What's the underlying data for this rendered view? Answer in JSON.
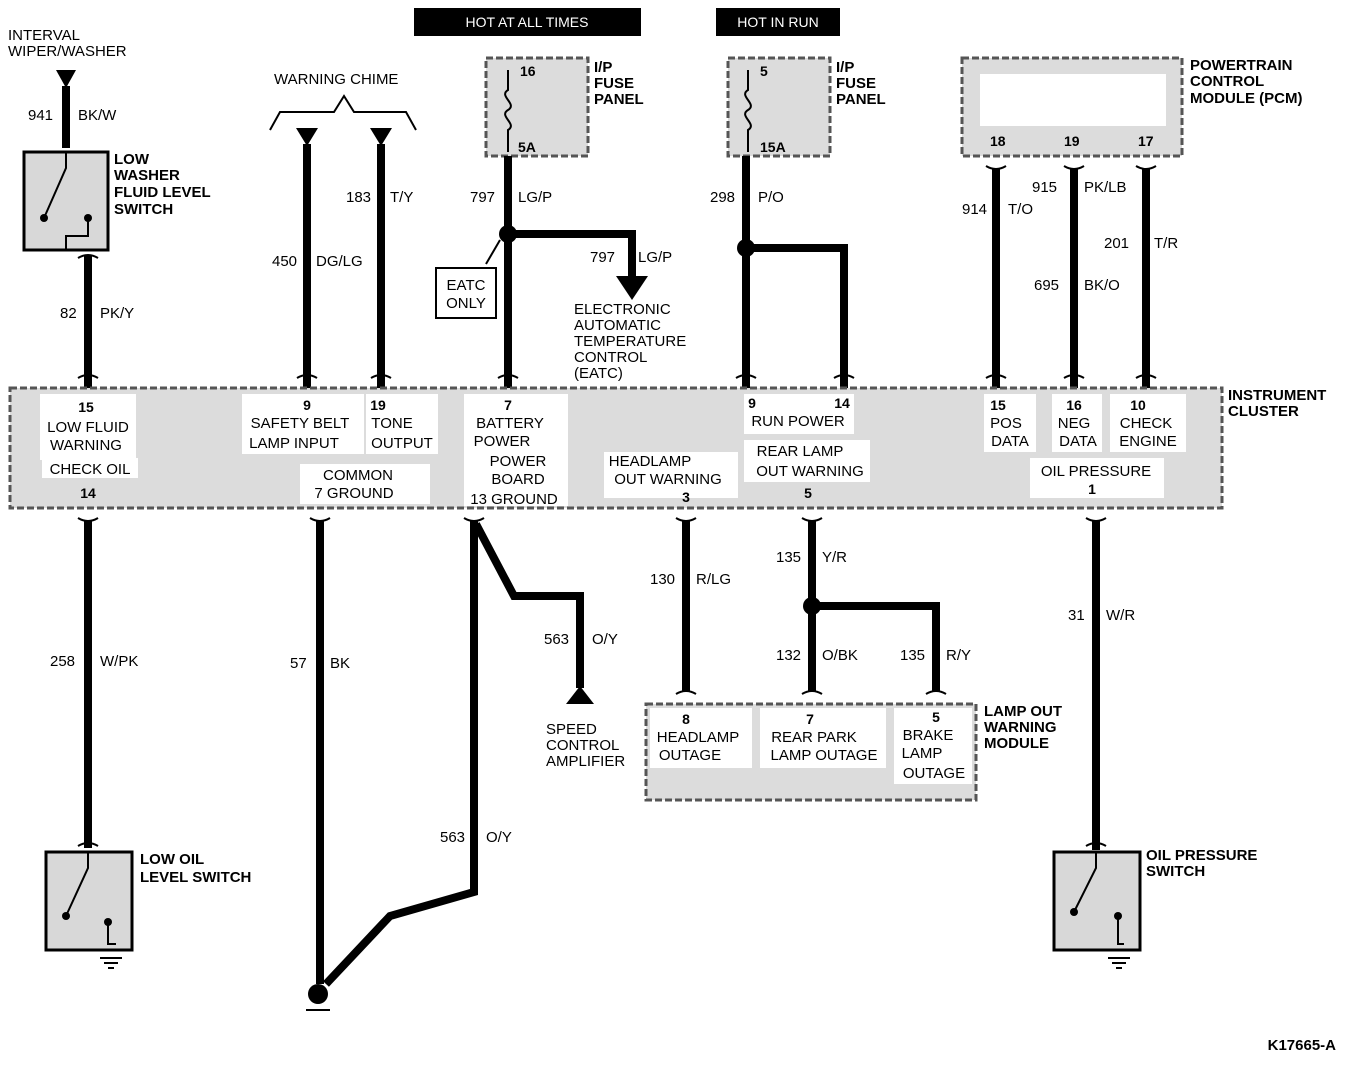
{
  "headers": {
    "hot_always": "HOT AT ALL TIMES",
    "hot_run": "HOT IN RUN"
  },
  "components": {
    "interval_wiper": [
      "INTERVAL",
      "WIPER/WASHER"
    ],
    "warning_chime": "WARNING CHIME",
    "fuse_panel_1": [
      "I/P",
      "FUSE",
      "PANEL"
    ],
    "fuse_panel_1_pins": {
      "top": "16",
      "bottom": "5A"
    },
    "fuse_panel_2": [
      "I/P",
      "FUSE",
      "PANEL"
    ],
    "fuse_panel_2_pins": {
      "top": "5",
      "bottom": "15A"
    },
    "pcm": [
      "POWERTRAIN",
      "CONTROL",
      "MODULE (PCM)"
    ],
    "pcm_pins": [
      "18",
      "19",
      "17"
    ],
    "low_washer_switch": [
      "LOW",
      "WASHER",
      "FLUID LEVEL",
      "SWITCH"
    ],
    "eatc_only": [
      "EATC",
      "ONLY"
    ],
    "eatc": [
      "ELECTRONIC",
      "AUTOMATIC",
      "TEMPERATURE",
      "CONTROL",
      "(EATC)"
    ],
    "instrument_cluster": [
      "INSTRUMENT",
      "CLUSTER"
    ],
    "speed_control": [
      "SPEED",
      "CONTROL",
      "AMPLIFIER"
    ],
    "lamp_out_module": [
      "LAMP OUT",
      "WARNING",
      "MODULE"
    ],
    "low_oil_switch": [
      "LOW OIL",
      "LEVEL SWITCH"
    ],
    "oil_pressure_switch": [
      "OIL PRESSURE",
      "SWITCH"
    ]
  },
  "cluster": {
    "low_fluid": [
      "15",
      "LOW FLUID",
      "WARNING"
    ],
    "check_oil": [
      "CHECK OIL",
      "14"
    ],
    "safety_belt": [
      "9",
      "SAFETY BELT",
      "LAMP INPUT"
    ],
    "tone": [
      "19",
      "TONE",
      "OUTPUT"
    ],
    "common_ground": [
      "COMMON",
      "7 GROUND"
    ],
    "battery_power": [
      "7",
      "BATTERY",
      "POWER"
    ],
    "power_board": [
      "POWER",
      "BOARD",
      "13 GROUND"
    ],
    "headlamp_out": [
      "HEADLAMP",
      "OUT WARNING",
      "3"
    ],
    "run_power": [
      "9",
      "RUN POWER"
    ],
    "pin14": "14",
    "rear_lamp": [
      "REAR LAMP",
      "OUT WARNING",
      "5"
    ],
    "pos_data": [
      "15",
      "POS",
      "DATA"
    ],
    "neg_data": [
      "16",
      "NEG",
      "DATA"
    ],
    "check_engine": [
      "10",
      "CHECK",
      "ENGINE"
    ],
    "oil_pressure": [
      "OIL PRESSURE",
      "1"
    ]
  },
  "lamp_module_cells": {
    "headlamp": [
      "8",
      "HEADLAMP",
      "OUTAGE"
    ],
    "rear_park": [
      "7",
      "REAR PARK",
      "LAMP OUTAGE"
    ],
    "brake": [
      "5",
      "BRAKE",
      "LAMP",
      "OUTAGE"
    ]
  },
  "wires": {
    "w941": [
      "941",
      "BK/W"
    ],
    "w82": [
      "82",
      "PK/Y"
    ],
    "w450": [
      "450",
      "DG/LG"
    ],
    "w183": [
      "183",
      "T/Y"
    ],
    "w797a": [
      "797",
      "LG/P"
    ],
    "w797b": [
      "797",
      "LG/P"
    ],
    "w298": [
      "298",
      "P/O"
    ],
    "w914": [
      "914",
      "T/O"
    ],
    "w915": [
      "915",
      "PK/LB"
    ],
    "w201": [
      "201",
      "T/R"
    ],
    "w695": [
      "695",
      "BK/O"
    ],
    "w258": [
      "258",
      "W/PK"
    ],
    "w57": [
      "57",
      "BK"
    ],
    "w563a": [
      "563",
      "O/Y"
    ],
    "w563b": [
      "563",
      "O/Y"
    ],
    "w130": [
      "130",
      "R/LG"
    ],
    "w135a": [
      "135",
      "Y/R"
    ],
    "w132": [
      "132",
      "O/BK"
    ],
    "w135b": [
      "135",
      "R/Y"
    ],
    "w31": [
      "31",
      "W/R"
    ]
  },
  "figure_id": "K17665-A"
}
